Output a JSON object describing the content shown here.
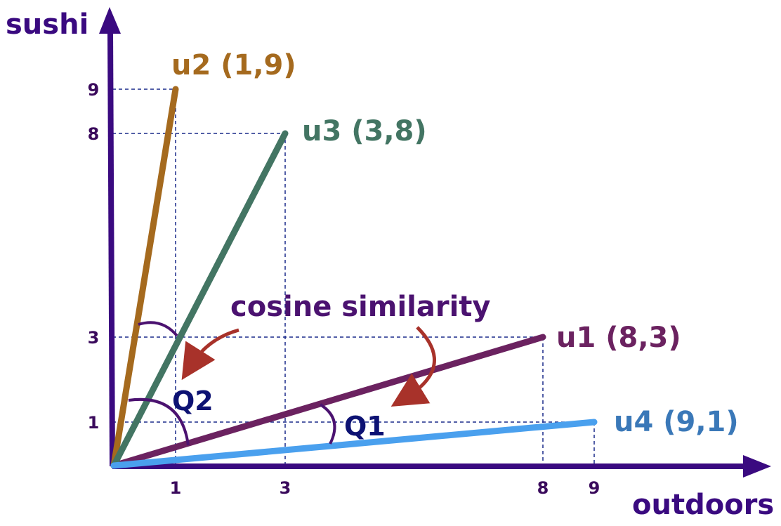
{
  "axes": {
    "x_label": "outdoors",
    "y_label": "sushi",
    "color": "#3a0a80"
  },
  "x_ticks": [
    1,
    3,
    8,
    9
  ],
  "y_ticks": [
    1,
    3,
    8,
    9
  ],
  "vectors": [
    {
      "id": "u1",
      "label": "u1 (8,3)",
      "x": 8,
      "y": 3,
      "color": "#6b2260"
    },
    {
      "id": "u2",
      "label": "u2 (1,9)",
      "x": 1,
      "y": 9,
      "color": "#a56a1e"
    },
    {
      "id": "u3",
      "label": "u3 (3,8)",
      "x": 3,
      "y": 8,
      "color": "#437563"
    },
    {
      "id": "u4",
      "label": "u4 (9,1)",
      "x": 9,
      "y": 1,
      "color": "#4aa0ee"
    }
  ],
  "angles": [
    {
      "id": "q1",
      "label": "Q1",
      "between": [
        "u1",
        "u4"
      ]
    },
    {
      "id": "q2",
      "label": "Q2",
      "between": [
        "u3",
        "u1"
      ]
    }
  ],
  "annotation": {
    "text": "cosine similarity",
    "arrow_color": "#a8322a",
    "arc_color": "#4b1270"
  },
  "guide_color": "#1a2a8a"
}
